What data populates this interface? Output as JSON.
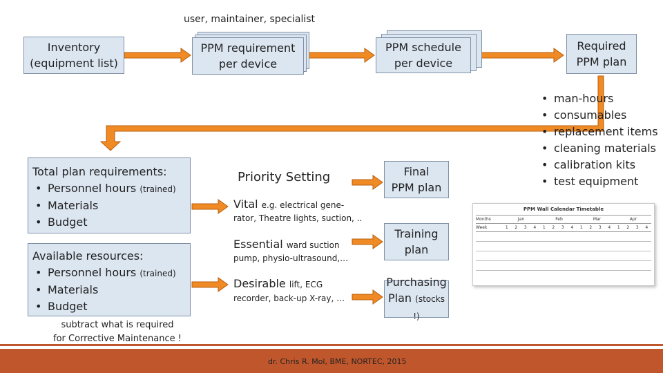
{
  "top_label": "user, maintainer, specialist",
  "boxes": {
    "inventory": "Inventory\n(equipment list)",
    "ppm_requirement": "PPM requirement\nper device",
    "ppm_schedule": "PPM schedule\nper device",
    "required_plan": "Required\nPPM plan"
  },
  "required_items": [
    "man-hours",
    "consumables",
    "replacement items",
    "cleaning materials",
    "calibration kits",
    "test equipment"
  ],
  "total_plan": {
    "title": "Total plan requirements:",
    "items": [
      {
        "main": "Personnel hours",
        "suffix": "(trained)"
      },
      {
        "main": "Materials",
        "suffix": ""
      },
      {
        "main": "Budget",
        "suffix": ""
      }
    ]
  },
  "available": {
    "title": "Available resources:",
    "items": [
      {
        "main": "Personnel hours",
        "suffix": "(trained)"
      },
      {
        "main": "Materials",
        "suffix": ""
      },
      {
        "main": "Budget",
        "suffix": ""
      }
    ]
  },
  "subtract_note": "subtract what is required\nfor Corrective Maintenance !",
  "priority": {
    "title": "Priority Setting",
    "vital_main": "Vital",
    "vital_rest": "e.g. electrical gene-",
    "vital_line2": "rator, Theatre lights, suction, ..",
    "essential_main": "Essential",
    "essential_rest": "ward suction",
    "essential_line2": "pump, physio-ultrasound,…",
    "desirable_main": "Desirable",
    "desirable_rest": "lift, ECG",
    "desirable_line2": "recorder, back-up X-ray, …"
  },
  "outputs": {
    "final": "Final\nPPM plan",
    "training": "Training\nplan",
    "purchasing_main": "Purchasing",
    "purchasing_line2_main": "Plan",
    "purchasing_line2_suffix": "(stocks !)"
  },
  "calendar": {
    "title": "PPM Wall Calendar Timetable",
    "months": [
      "Months",
      "Jan",
      "Feb",
      "Mar",
      "Apr"
    ],
    "week_label": "Week",
    "weeks": [
      "1",
      "2",
      "3",
      "4",
      "1",
      "2",
      "3",
      "4",
      "1",
      "2",
      "3",
      "4",
      "1",
      "2",
      "3",
      "4"
    ]
  },
  "footer": "dr. Chris R. Mol, BME, NORTEC, 2015",
  "colors": {
    "box_fill": "#dce6f1",
    "box_border": "#7f8fa6",
    "arrow": "#f08a24",
    "footer": "#c0562c"
  }
}
